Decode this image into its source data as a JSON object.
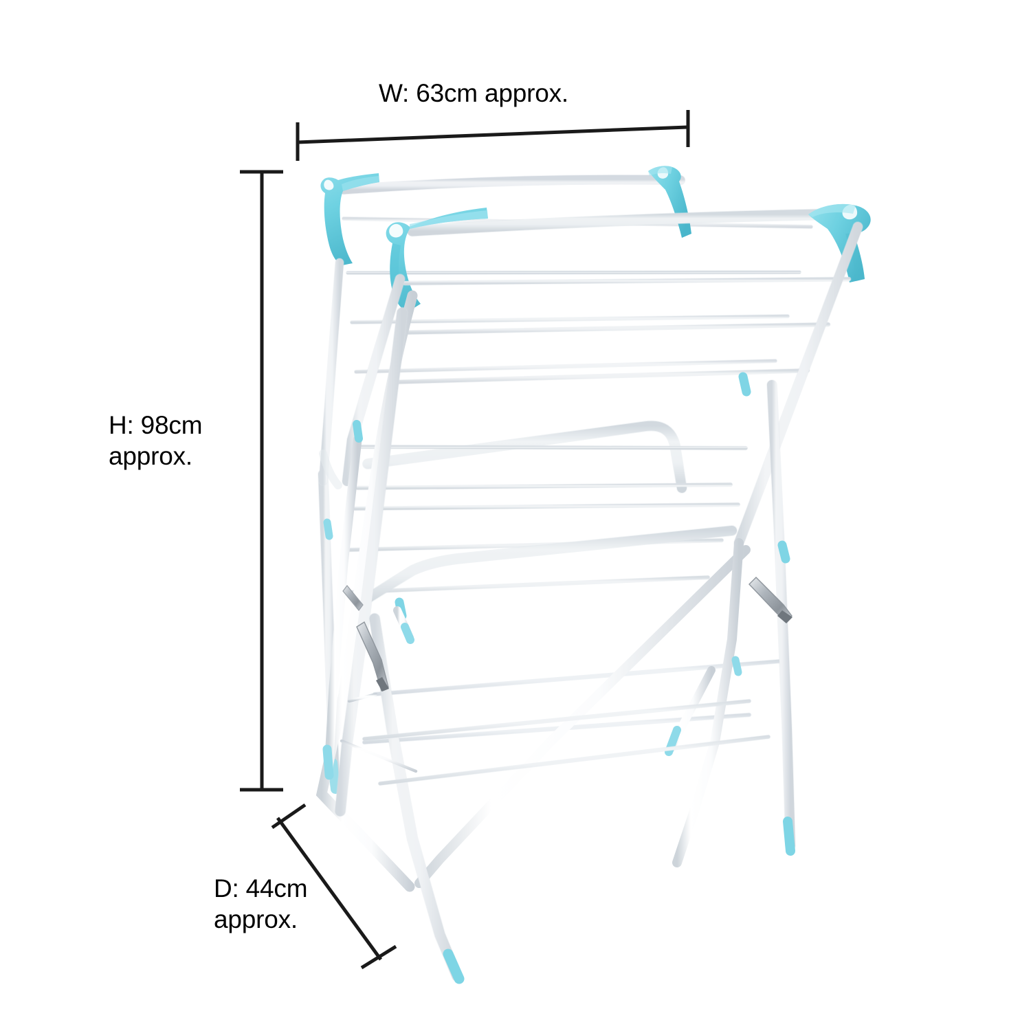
{
  "product": {
    "name": "3-tier folding clothes airer / drying rack",
    "frame_color": "#ffffff",
    "accent_color": "#6fd2e2",
    "accent_color_dark": "#4fc2d6",
    "metal_color": "#b9bec4",
    "outline_color": "#d8dde2"
  },
  "background_color": "#ffffff",
  "line_color": "#1a1a1a",
  "dimensions": {
    "width": {
      "id": "W",
      "label": "W: 63cm approx.",
      "value": 63,
      "unit": "cm",
      "qualifier": "approx."
    },
    "height": {
      "id": "H",
      "label": "H: 98cm\napprox.",
      "value": 98,
      "unit": "cm",
      "qualifier": "approx."
    },
    "depth": {
      "id": "D",
      "label": "D: 44cm\napprox.",
      "value": 44,
      "unit": "cm",
      "qualifier": "approx."
    }
  }
}
